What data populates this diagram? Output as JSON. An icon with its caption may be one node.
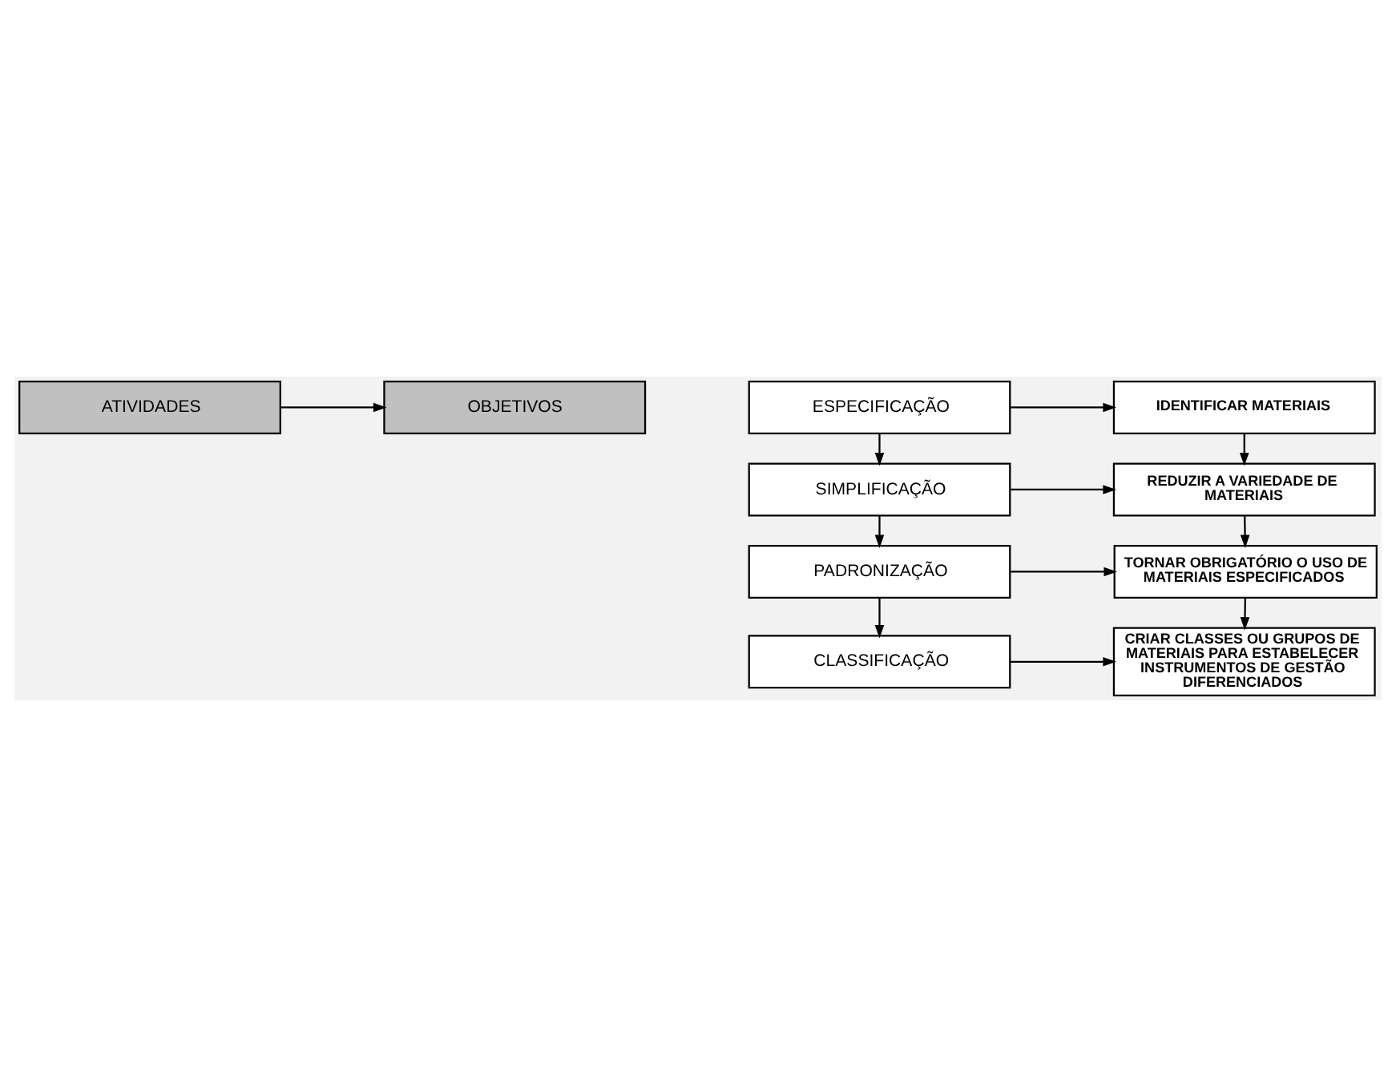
{
  "diagram": {
    "nodes": [
      {
        "text": [
          "ATIVIDADES"
        ]
      },
      {
        "text": [
          "OBJETIVOS"
        ]
      },
      {
        "text": [
          "ESPECIFICAÇÃO"
        ]
      },
      {
        "text": [
          "IDENTIFICAR MATERIAIS"
        ]
      },
      {
        "text": [
          "SIMPLIFICAÇÃO"
        ]
      },
      {
        "text": [
          "REDUZIR A VARIEDADE DE MATERIAIS"
        ]
      },
      {
        "text": [
          "PADRONIZAÇÃO"
        ]
      },
      {
        "text": [
          "TORNAR OBRIGATÓRIO O USO DE MATERIAIS ESPECIFICADOS"
        ]
      },
      {
        "text": [
          "CLASSIFICAÇÃO"
        ]
      },
      {
        "text": [
          "CRIAR CLASSES OU GRUPOS DE MATERIAIS PARA ESTABELECER INSTRUMENTOS DE GESTÃO DIFERENCIADOS"
        ]
      }
    ],
    "edges": [
      {
        "from": 0,
        "to": 1,
        "arrow": "to"
      },
      {
        "from": 2,
        "to": 3,
        "arrow": "to"
      },
      {
        "from": 2,
        "to": 4,
        "arrow": "to"
      },
      {
        "from": 3,
        "to": 5,
        "arrow": "to"
      },
      {
        "from": 4,
        "to": 5,
        "arrow": "to"
      },
      {
        "from": 4,
        "to": 6,
        "arrow": "to"
      },
      {
        "from": 5,
        "to": 7,
        "arrow": "to"
      },
      {
        "from": 6,
        "to": 7,
        "arrow": "to"
      },
      {
        "from": 6,
        "to": 8,
        "arrow": "to"
      },
      {
        "from": 7,
        "to": 9,
        "arrow": "to"
      },
      {
        "from": 8,
        "to": 9,
        "arrow": "to"
      }
    ]
  }
}
